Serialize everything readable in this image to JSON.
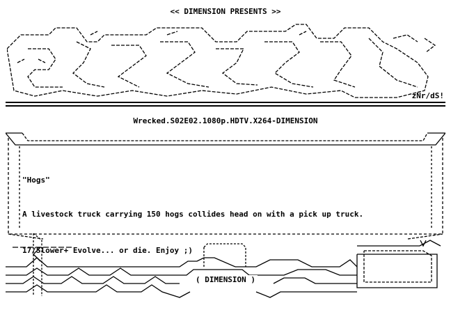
{
  "header": {
    "presents": "<< DIMENSION PRESENTS >>"
  },
  "logo": {
    "tag": "zNr/dS!"
  },
  "release": {
    "name": "Wrecked.S02E02.1080p.HDTV.X264-DIMENSION"
  },
  "info": {
    "title": "\"Hogs\"",
    "description": "A livestock truck carrying 150 hogs collides head on with a pick up truck.",
    "notes": "17/Slower+ Evolve... or die. Enjoy ;)"
  },
  "footer": {
    "label": "( DIMENSION )"
  }
}
